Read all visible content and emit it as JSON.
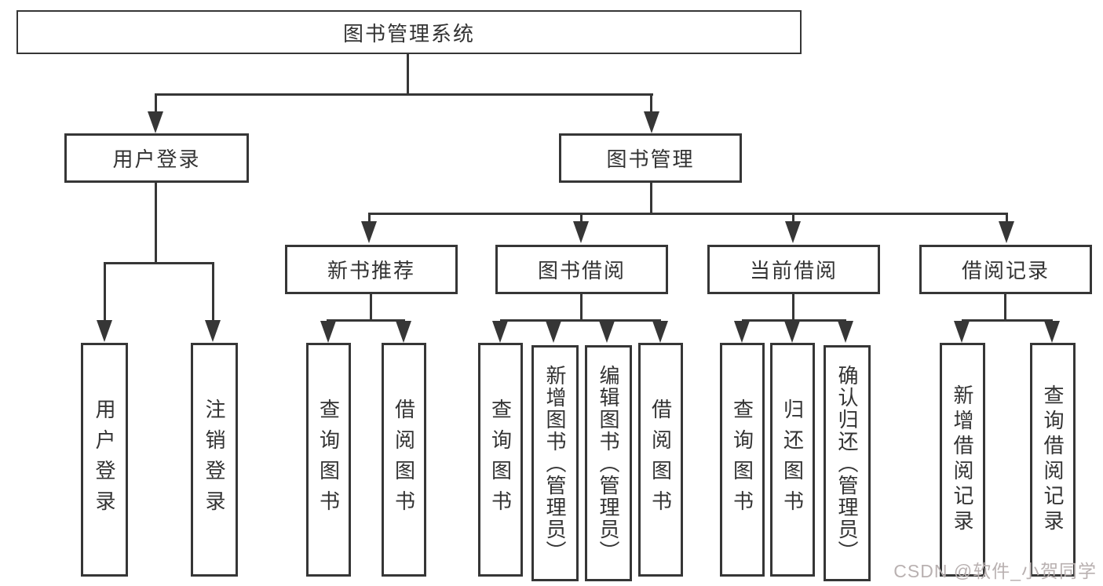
{
  "diagram": {
    "root_label": "图书管理系统",
    "branches": {
      "user_login_label": "用户登录",
      "book_mgmt_label": "图书管理"
    },
    "level3": {
      "new_book_label": "新书推荐",
      "borrow_label": "图书借阅",
      "current_label": "当前借阅",
      "record_label": "借阅记录"
    },
    "leaves": {
      "user_login": "用户登录",
      "logout": "注销登录",
      "nb_query": "查询图书",
      "nb_borrow": "借阅图书",
      "bw_query": "查询图书",
      "bw_add": "新增图书（管理员）",
      "bw_edit": "编辑图书（管理员）",
      "bw_borrow": "借阅图书",
      "cur_query": "查询图书",
      "cur_return": "归还图书",
      "cur_confirm": "确认归还（管理员）",
      "rec_add": "新增借阅记录",
      "rec_query": "查询借阅记录"
    }
  },
  "watermark": {
    "text": "CSDN @软件_小贺同学",
    "color": "#b9b1b1"
  },
  "colors": {
    "line": "#363636",
    "text": "#333333",
    "background": "#ffffff"
  }
}
